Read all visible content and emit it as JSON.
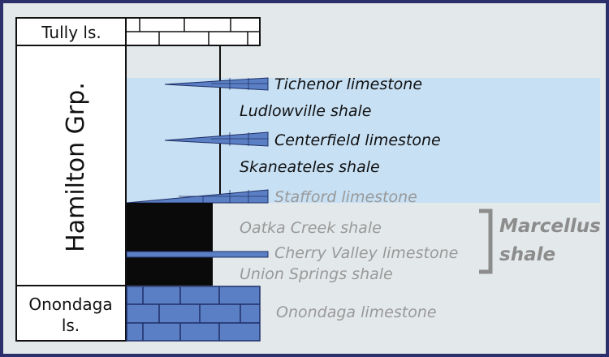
{
  "units": {
    "tully": "Tully ls.",
    "hamilton": "Hamilton Grp.",
    "onondaga_line1": "Onondaga",
    "onondaga_line2": "ls."
  },
  "formations": [
    {
      "name": "Tichenor limestone",
      "emphasis": "dark"
    },
    {
      "name": "Ludlowville shale",
      "emphasis": "dark"
    },
    {
      "name": "Centerfield limestone",
      "emphasis": "dark"
    },
    {
      "name": "Skaneateles shale",
      "emphasis": "dark"
    },
    {
      "name": "Stafford limestone",
      "emphasis": "muted"
    },
    {
      "name": "Oatka Creek shale",
      "emphasis": "muted"
    },
    {
      "name": "Cherry Valley limestone",
      "emphasis": "muted"
    },
    {
      "name": "Union Springs shale",
      "emphasis": "muted"
    },
    {
      "name": "Onondaga limestone",
      "emphasis": "muted"
    }
  ],
  "bracket": {
    "line1": "Marcellus",
    "line2": "shale"
  },
  "colors": {
    "frame": "#2b2f6b",
    "background": "#e3e8ea",
    "highlight": "#c7e0f4",
    "limestone": "#5b7fc4",
    "shale": "#0a0a0a",
    "dark_text": "#111111",
    "muted_text": "#999999",
    "bracket": "#8c8c8c"
  }
}
